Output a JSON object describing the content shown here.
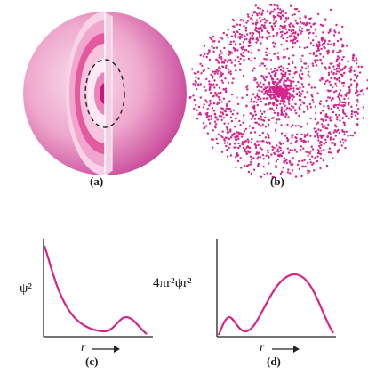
{
  "panels": {
    "a": {
      "caption": "(a)"
    },
    "b": {
      "caption": "(b)"
    },
    "c": {
      "caption": "(c)",
      "ylabel": "ψ²",
      "xlabel": "r"
    },
    "d": {
      "caption": "(d)",
      "ylabel": "4πr²ψr²",
      "xlabel": "r"
    }
  },
  "colors": {
    "magenta": "#d6238c",
    "light_pink": "#f3bcd8",
    "axis": "#222222"
  }
}
